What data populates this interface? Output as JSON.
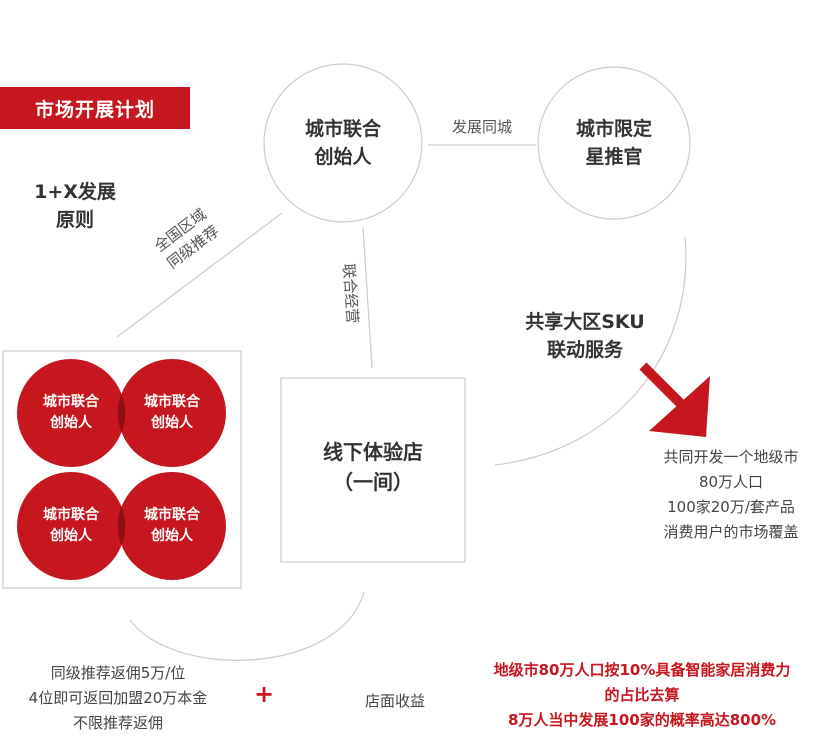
{
  "title": "市场开展计划",
  "principle": [
    "1+X发展",
    "原则"
  ],
  "nodes": {
    "founder": [
      "城市联合",
      "创始人"
    ],
    "ambassador": [
      "城市限定",
      "星推官"
    ],
    "store": [
      "线下体验店",
      "（一间）"
    ]
  },
  "edges": {
    "same_city": "发展同城",
    "national": [
      "全国区域",
      "同级推荐"
    ],
    "joint_operation": "联合经营"
  },
  "sku_service": [
    "共享大区SKU",
    "联动服务"
  ],
  "grid_label": [
    "城市联合",
    "创始人"
  ],
  "coverage": [
    "共同开发一个地级市",
    "80万人口",
    "100家20万/套产品",
    "消费用户的市场覆盖"
  ],
  "referral_income": [
    "同级推荐返佣5万/位",
    "4位即可返回加盟20万本金",
    "不限推荐返佣"
  ],
  "plus_sign": "+",
  "store_income": "店面收益",
  "analysis": [
    "地级市80万人口按10%具备智能家居消费力",
    "的占比去算",
    "8万人当中发展100家的概率高达800%"
  ],
  "colors": {
    "accent": "#c6161e",
    "overlap": "#8e0e14",
    "line": "#cccccc"
  }
}
